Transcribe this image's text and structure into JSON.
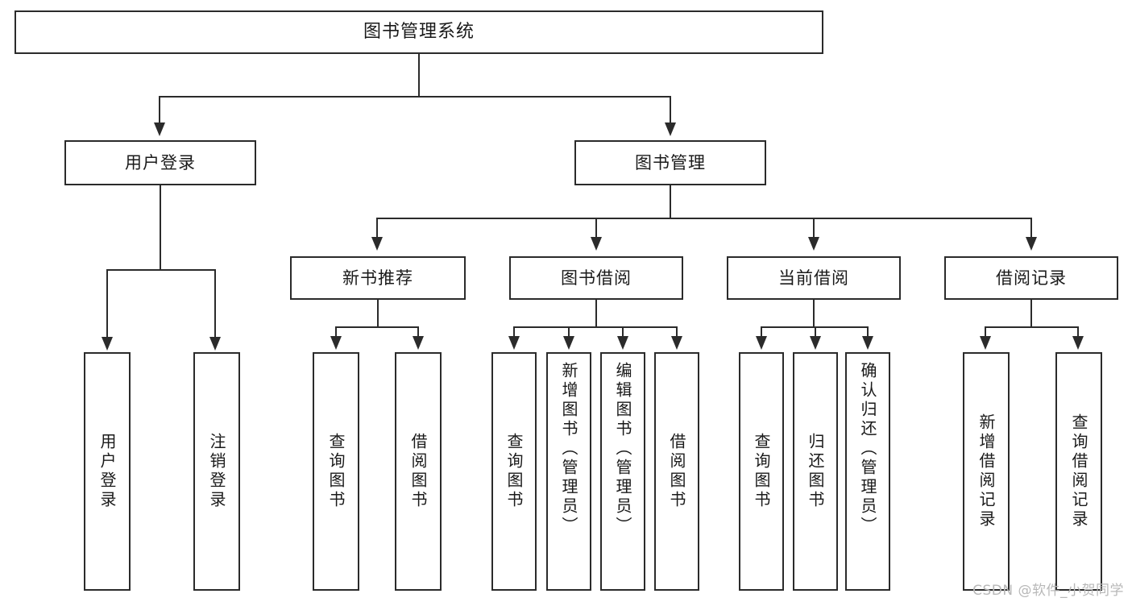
{
  "diagram": {
    "type": "tree",
    "title": "图书管理系统",
    "watermark": "CSDN @软件_小贺同学",
    "colors": {
      "stroke": "#2b2b2b",
      "fill": "#ffffff",
      "text": "#1a1a1a",
      "watermark": "#b8b8b8"
    },
    "root": {
      "label": "图书管理系统"
    },
    "level2": [
      {
        "label": "用户登录"
      },
      {
        "label": "图书管理"
      }
    ],
    "level3": [
      {
        "label": "新书推荐"
      },
      {
        "label": "图书借阅"
      },
      {
        "label": "当前借阅"
      },
      {
        "label": "借阅记录"
      }
    ],
    "leaves": {
      "user_login": [
        {
          "label": "用户登录"
        },
        {
          "label": "注销登录"
        }
      ],
      "new_book": [
        {
          "label": "查询图书"
        },
        {
          "label": "借阅图书"
        }
      ],
      "borrow_book": [
        {
          "label": "查询图书"
        },
        {
          "label": "新增图书（管理员）"
        },
        {
          "label": "编辑图书（管理员）"
        },
        {
          "label": "借阅图书"
        }
      ],
      "current_borrow": [
        {
          "label": "查询图书"
        },
        {
          "label": "归还图书"
        },
        {
          "label": "确认归还（管理员）"
        }
      ],
      "borrow_record": [
        {
          "label": "新增借阅记录"
        },
        {
          "label": "查询借阅记录"
        }
      ]
    }
  }
}
